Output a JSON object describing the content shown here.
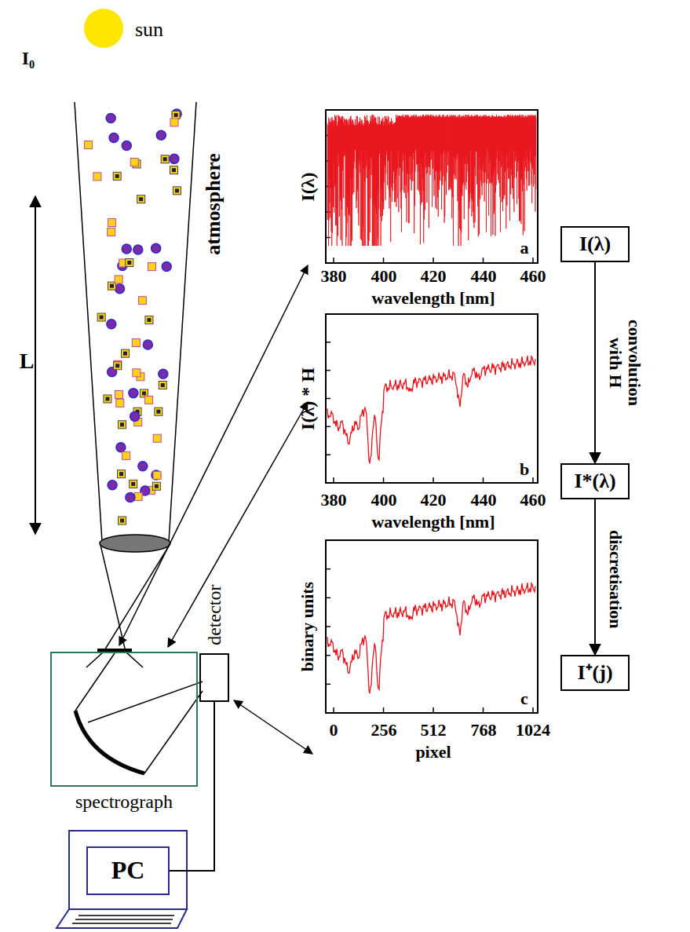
{
  "diagram": {
    "nodes": [
      {
        "text": [
          "spectrograph"
        ]
      },
      {
        "text": [
          "detector"
        ]
      },
      {
        "text": [
          "PC"
        ]
      },
      {
        "text": [
          "I(λ)"
        ]
      },
      {
        "text": [
          "I*(λ)"
        ]
      },
      {
        "text": [
          "I⁺(j)"
        ]
      }
    ],
    "edges": [
      {
        "from": 1,
        "to": 2,
        "arrow": "none"
      },
      {
        "from": 3,
        "to": 4,
        "label": "convolution with H",
        "arrow": "to"
      },
      {
        "from": 4,
        "to": 5,
        "label": "discretisation",
        "arrow": "to"
      }
    ],
    "labels": [
      "sun",
      "I₀",
      "L",
      "atmosphere",
      "I(λ)",
      "a",
      "380",
      "400",
      "420",
      "440",
      "460",
      "wavelength [nm]",
      "I(λ) * H",
      "b",
      "380",
      "400",
      "420",
      "440",
      "460",
      "wavelength [nm]",
      "binary units",
      "c",
      "0",
      "256",
      "512",
      "768",
      "1024",
      "pixel"
    ]
  }
}
